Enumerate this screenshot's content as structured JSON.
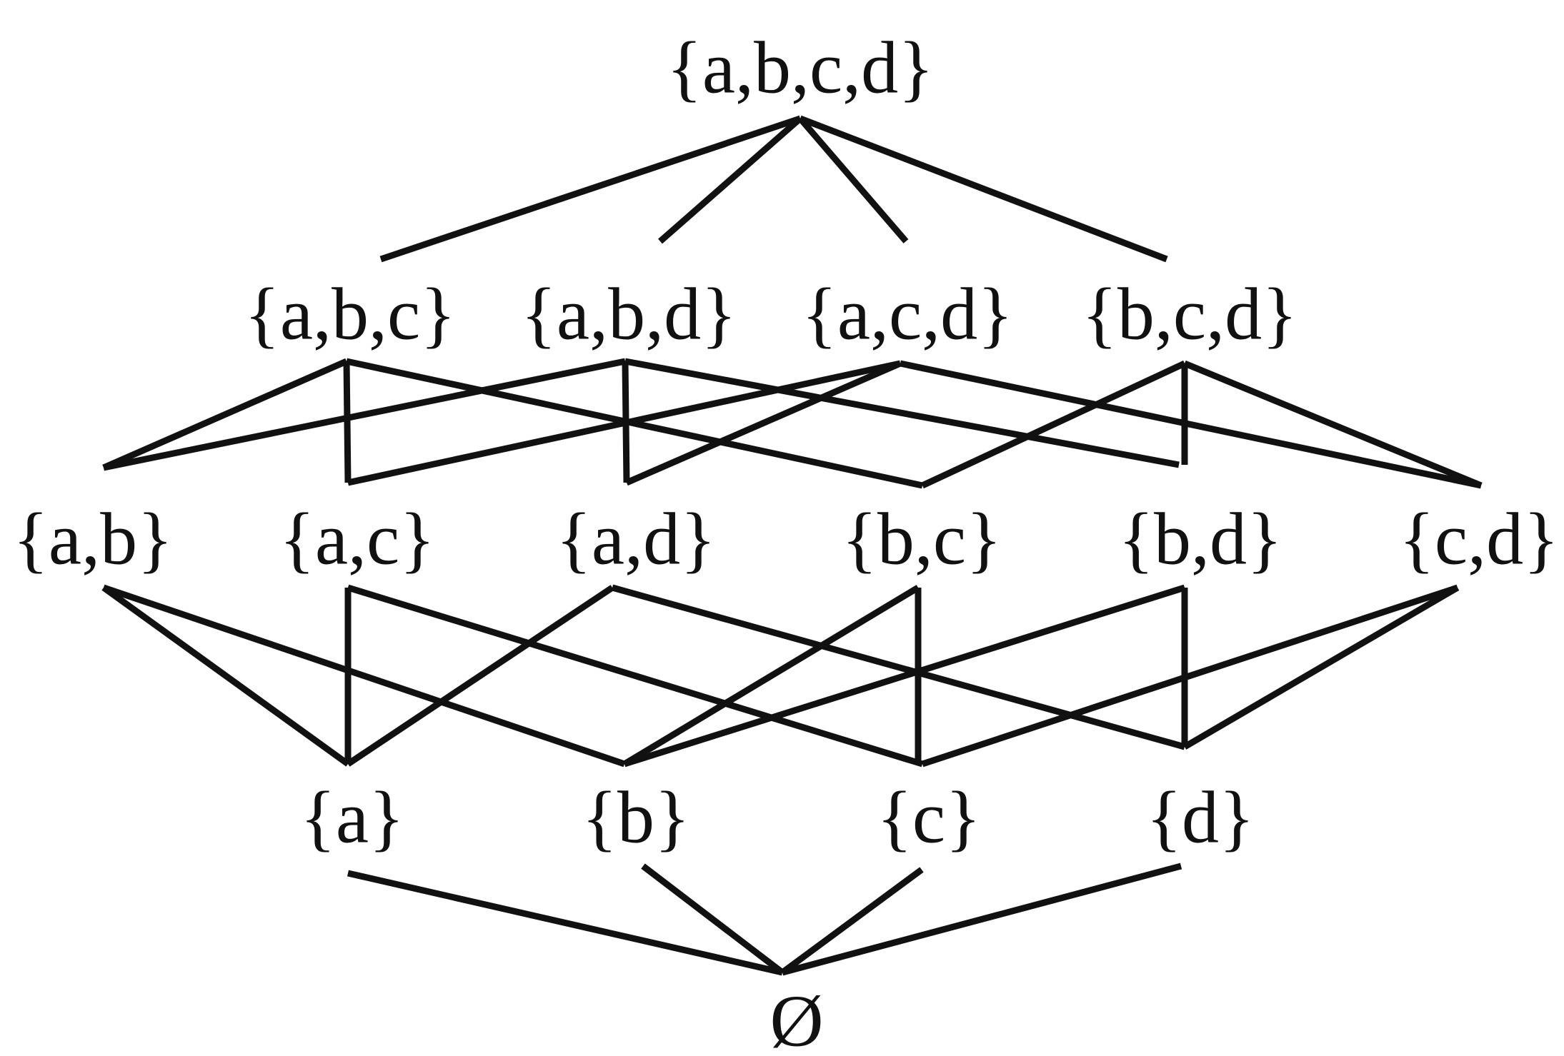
{
  "diagram": {
    "kind": "subset-lattice",
    "colors": {
      "line": "#111111",
      "text": "#111111",
      "background": "#ffffff"
    },
    "nodes": [
      {
        "id": "abcd",
        "label": "{a,b,c,d}",
        "level": 4
      },
      {
        "id": "abc",
        "label": "{a,b,c}",
        "level": 3
      },
      {
        "id": "abd",
        "label": "{a,b,d}",
        "level": 3
      },
      {
        "id": "acd",
        "label": "{a,c,d}",
        "level": 3
      },
      {
        "id": "bcd",
        "label": "{b,c,d}",
        "level": 3
      },
      {
        "id": "ab",
        "label": "{a,b}",
        "level": 2
      },
      {
        "id": "ac",
        "label": "{a,c}",
        "level": 2
      },
      {
        "id": "ad",
        "label": "{a,d}",
        "level": 2
      },
      {
        "id": "bc",
        "label": "{b,c}",
        "level": 2
      },
      {
        "id": "bd",
        "label": "{b,d}",
        "level": 2
      },
      {
        "id": "cd",
        "label": "{c,d}",
        "level": 2
      },
      {
        "id": "a",
        "label": "{a}",
        "level": 1
      },
      {
        "id": "b",
        "label": "{b}",
        "level": 1
      },
      {
        "id": "c",
        "label": "{c}",
        "level": 1
      },
      {
        "id": "d",
        "label": "{d}",
        "level": 1
      },
      {
        "id": "empty",
        "label": "Ø",
        "level": 0
      }
    ],
    "edges": [
      {
        "from": "abcd",
        "to": "abc"
      },
      {
        "from": "abcd",
        "to": "abd"
      },
      {
        "from": "abcd",
        "to": "acd"
      },
      {
        "from": "abcd",
        "to": "bcd"
      },
      {
        "from": "abc",
        "to": "ab"
      },
      {
        "from": "abc",
        "to": "ac"
      },
      {
        "from": "abc",
        "to": "bc"
      },
      {
        "from": "abd",
        "to": "ab"
      },
      {
        "from": "abd",
        "to": "ad"
      },
      {
        "from": "abd",
        "to": "bd"
      },
      {
        "from": "acd",
        "to": "ac"
      },
      {
        "from": "acd",
        "to": "ad"
      },
      {
        "from": "acd",
        "to": "cd"
      },
      {
        "from": "bcd",
        "to": "bc"
      },
      {
        "from": "bcd",
        "to": "bd"
      },
      {
        "from": "bcd",
        "to": "cd"
      },
      {
        "from": "ab",
        "to": "a"
      },
      {
        "from": "ab",
        "to": "b"
      },
      {
        "from": "ac",
        "to": "a"
      },
      {
        "from": "ac",
        "to": "c"
      },
      {
        "from": "ad",
        "to": "a"
      },
      {
        "from": "ad",
        "to": "d"
      },
      {
        "from": "bc",
        "to": "b"
      },
      {
        "from": "bc",
        "to": "c"
      },
      {
        "from": "bd",
        "to": "b"
      },
      {
        "from": "bd",
        "to": "d"
      },
      {
        "from": "cd",
        "to": "c"
      },
      {
        "from": "cd",
        "to": "d"
      },
      {
        "from": "a",
        "to": "empty"
      },
      {
        "from": "b",
        "to": "empty"
      },
      {
        "from": "c",
        "to": "empty"
      },
      {
        "from": "d",
        "to": "empty"
      }
    ]
  }
}
